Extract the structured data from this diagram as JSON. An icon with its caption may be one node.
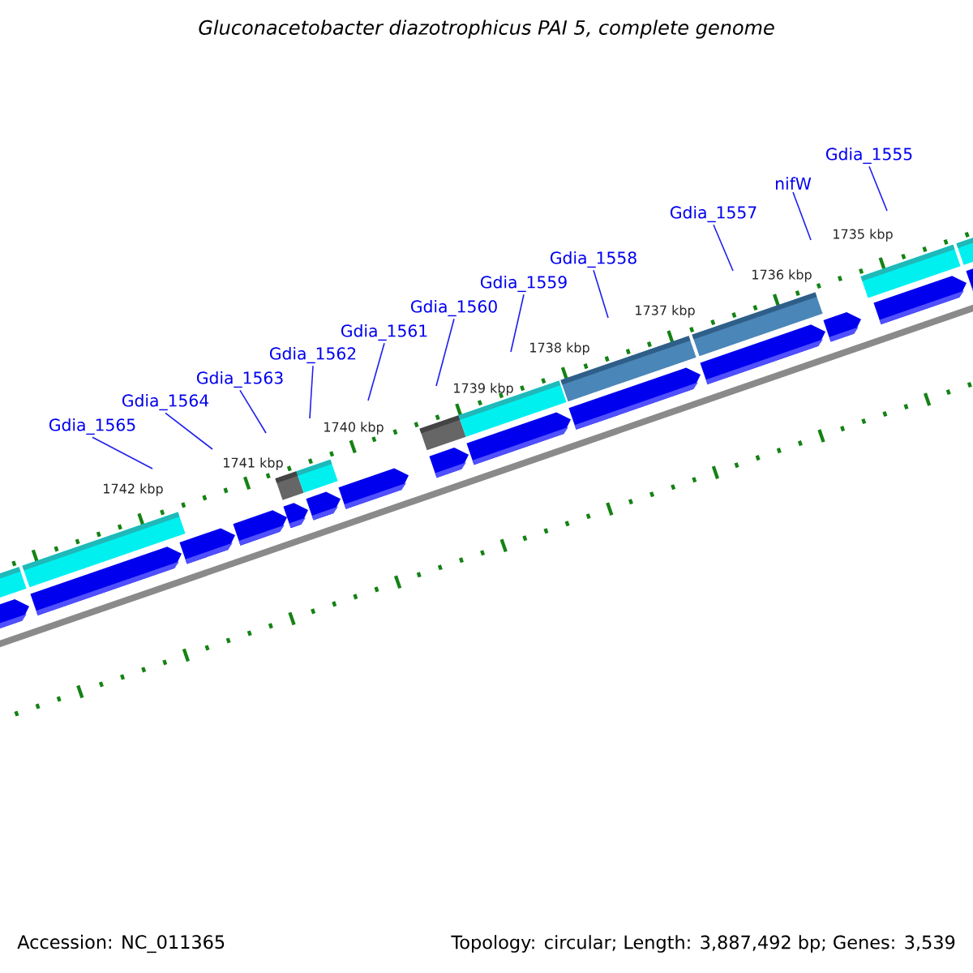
{
  "diagram": {
    "title": "Gluconacetobacter diazotrophicus PAI 5, complete genome",
    "nodes": [
      {
        "text": [
          "Gdia_1565"
        ]
      },
      {
        "text": [
          "Gdia_1564"
        ]
      },
      {
        "text": [
          "Gdia_1563"
        ]
      },
      {
        "text": [
          "Gdia_1562"
        ]
      },
      {
        "text": [
          "Gdia_1561"
        ]
      },
      {
        "text": [
          "Gdia_1560"
        ]
      },
      {
        "text": [
          "Gdia_1559"
        ]
      },
      {
        "text": [
          "Gdia_1558"
        ]
      },
      {
        "text": [
          "Gdia_1557"
        ]
      },
      {
        "text": [
          "nifW"
        ]
      },
      {
        "text": [
          "Gdia_1555"
        ]
      }
    ],
    "edges": [
      {
        "from": 0,
        "to": null,
        "arrow": "none"
      },
      {
        "from": 1,
        "to": null,
        "arrow": "none"
      },
      {
        "from": 2,
        "to": null,
        "arrow": "none"
      },
      {
        "from": 3,
        "to": null,
        "arrow": "none"
      },
      {
        "from": 4,
        "to": null,
        "arrow": "none"
      },
      {
        "from": 5,
        "to": null,
        "arrow": "none"
      },
      {
        "from": 6,
        "to": null,
        "arrow": "none"
      },
      {
        "from": 7,
        "to": null,
        "arrow": "none"
      },
      {
        "from": 8,
        "to": null,
        "arrow": "none"
      },
      {
        "from": 9,
        "to": null,
        "arrow": "none"
      },
      {
        "from": 10,
        "to": null,
        "arrow": "none"
      }
    ],
    "labels": [
      "1742 kbp",
      "1741 kbp",
      "1740 kbp",
      "1739 kbp",
      "1738 kbp",
      "1737 kbp",
      "1736 kbp",
      "1735 kbp",
      "Accession: NC_011365",
      "Topology: circular; Length: 3,887,492 bp; Genes: 3,539"
    ]
  }
}
